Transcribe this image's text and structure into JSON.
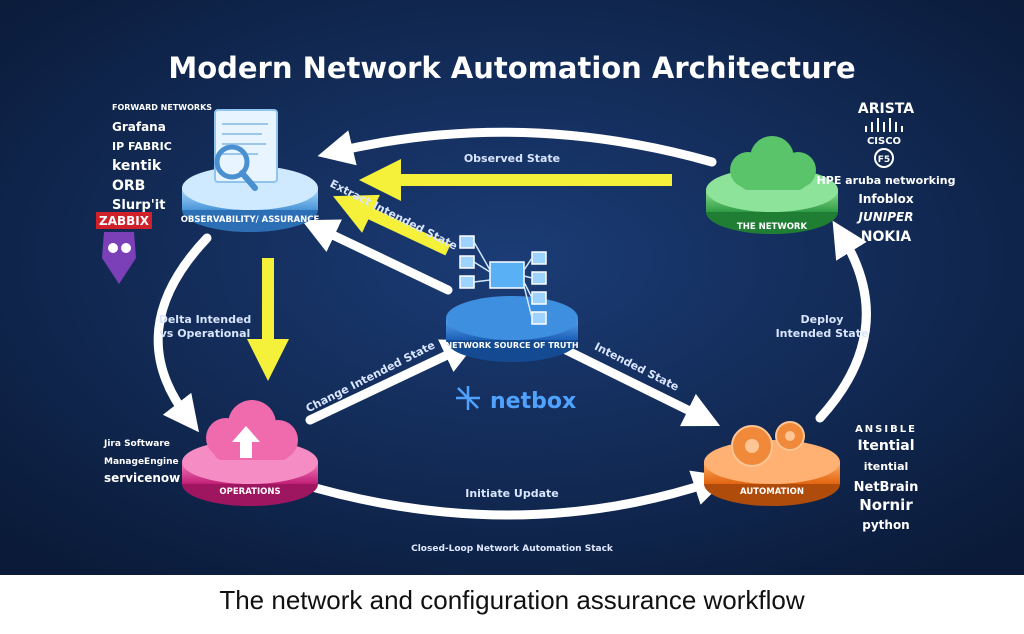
{
  "title": "Modern Network Automation Architecture",
  "subtitle": "Closed-Loop Network Automation Stack",
  "caption": "The network and configuration assurance workflow",
  "nodes": {
    "observability": "OBSERVABILITY/ ASSURANCE",
    "network": "THE NETWORK",
    "source_of_truth": "NETWORK SOURCE OF TRUTH",
    "operations": "OPERATIONS",
    "automation": "AUTOMATION"
  },
  "flows": {
    "observed_state": "Observed State",
    "extract_intended_state": "Extract Intended State",
    "delta": [
      "Delta Intended",
      "vs Operational"
    ],
    "deploy": [
      "Deploy",
      "Intended State"
    ],
    "change_intended_state": "Change Intended State",
    "intended_state": "Intended State",
    "initiate_update": "Initiate Update"
  },
  "netbox_label": "netbox",
  "vendor_logos": {
    "observability": [
      "FORWARD NETWORKS",
      "Grafana",
      "IP FABRIC",
      "kentik",
      "ORB",
      "Slurp'it",
      "ZABBIX"
    ],
    "network": [
      "ARISTA",
      "CISCO",
      "F5",
      "HPE aruba networking",
      "Infoblox",
      "JUNIPER",
      "NOKIA"
    ],
    "operations": [
      "Jira Software",
      "ManageEngine",
      "servicenow"
    ],
    "automation": [
      "ANSIBLE",
      "Itential",
      "itential",
      "NetBrain",
      "Nornir",
      "python"
    ]
  },
  "colors": {
    "background": "#0f2347",
    "observability": "#6fb8ee",
    "network": "#4cbb5c",
    "source_of_truth": "#2f7fd3",
    "operations": "#e2398f",
    "automation": "#f07a23",
    "highlight_arrow": "#f5f03a"
  }
}
